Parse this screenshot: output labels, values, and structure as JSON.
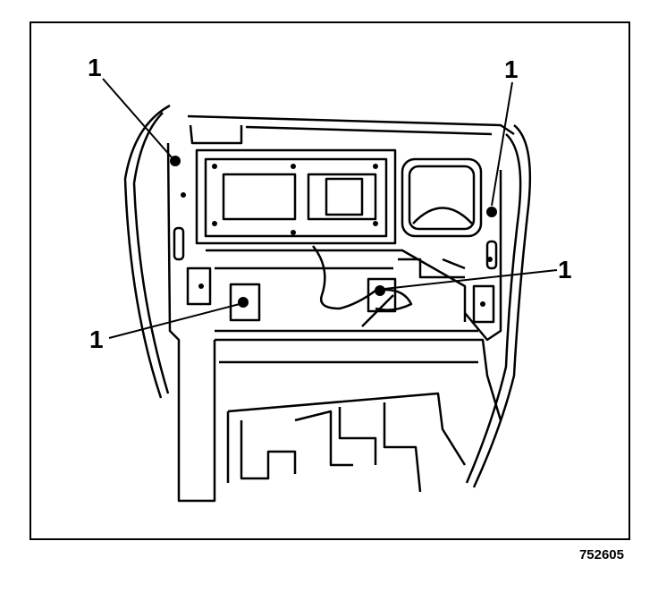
{
  "callouts": [
    {
      "label": "1",
      "target": "upper-left-mounting-screw"
    },
    {
      "label": "1",
      "target": "upper-right-mounting-screw"
    },
    {
      "label": "1",
      "target": "lower-right-mounting-screw"
    },
    {
      "label": "1",
      "target": "lower-left-mounting-screw"
    }
  ],
  "figure_number": "752605",
  "colors": {
    "line": "#000000",
    "background": "#ffffff"
  }
}
